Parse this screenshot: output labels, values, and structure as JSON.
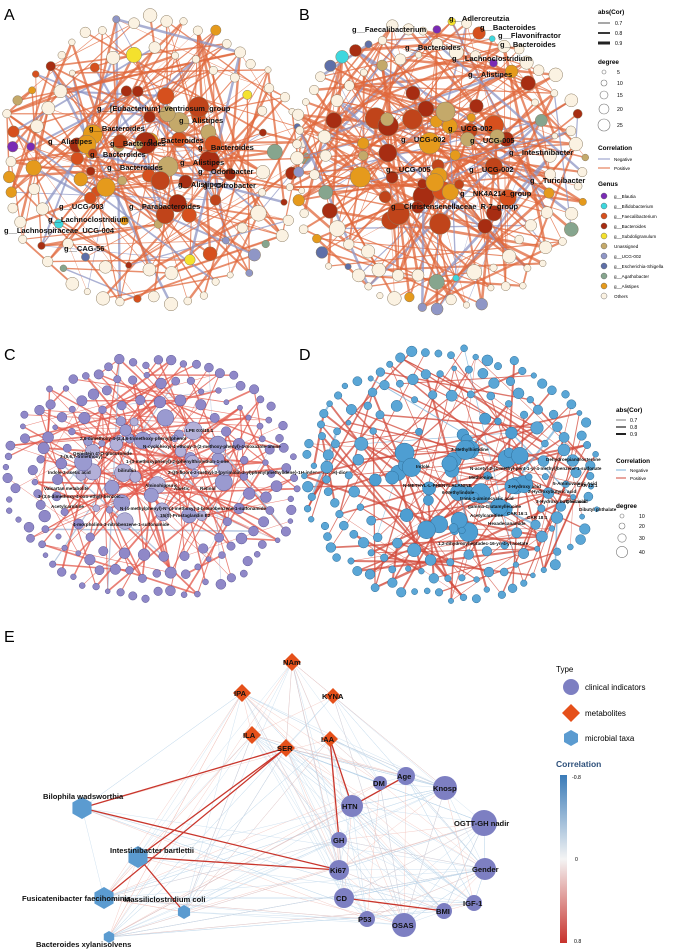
{
  "panels": [
    "A",
    "B",
    "C",
    "D",
    "E"
  ],
  "panel_a": {
    "labels": [
      "g__[Eubacterium]_ventriosum_group",
      "g__Alistipes",
      "g__Bacteroides",
      "g__Alistipes",
      "g__Bacteroides",
      "g__Bacteroides",
      "g__Bacteroides",
      "g__Bacteroides",
      "g__Alistipes",
      "g__Odoribacter",
      "g__Bacteroides",
      "g__Citrobacter",
      "g__Alistipes",
      "g__UCG-003",
      "g__Parabacteroides",
      "g__Lachnoclostridium",
      "g__Lachnospiraceae_UCG-004",
      "g__CAG-56"
    ]
  },
  "panel_b": {
    "labels": [
      "g__Adlercreutzia",
      "g__Faecalibacterium",
      "g__Bacteroides",
      "g__Flavonifractor",
      "g__Bacteroides",
      "g__Bacteroides",
      "g__Lachnoclostridium",
      "g__Alistipes",
      "g__UCG-002",
      "g__UCG-002",
      "g__UCG-005",
      "g__UCG-005",
      "g__UCG-002",
      "g__Intestinibacter",
      "g__Turicibacter",
      "g__NK4A214_group",
      "g__Christensenellaceae_R-7_group"
    ],
    "legend": {
      "abs_title": "abs(Cor)",
      "abs_values": [
        "0.7",
        "0.8",
        "0.9"
      ],
      "degree_title": "degree",
      "degree_values": [
        "5",
        "10",
        "15",
        "20",
        "25"
      ],
      "corr_title": "Correlation",
      "corr_items": [
        "Negative",
        "Positive"
      ],
      "genus_title": "Genus",
      "genus_items": [
        {
          "label": "g__Blautia",
          "color": "#7a2bb5"
        },
        {
          "label": "g__Bifidobacterium",
          "color": "#3ed7de"
        },
        {
          "label": "g__Faecalibacterium",
          "color": "#d6501e"
        },
        {
          "label": "g__Bacteroides",
          "color": "#a72d12"
        },
        {
          "label": "g__Subdoligranulum",
          "color": "#f4e12d"
        },
        {
          "label": "Unassigned",
          "color": "#c4a96a"
        },
        {
          "label": "g__UCG-002",
          "color": "#8f96c6"
        },
        {
          "label": "g__Escherichia-Shigella",
          "color": "#5e6fa8"
        },
        {
          "label": "g__Agathobacter",
          "color": "#86a58e"
        },
        {
          "label": "g__Alistipes",
          "color": "#e59a1c"
        },
        {
          "label": "Others",
          "color": "#fbf2e2"
        }
      ]
    }
  },
  "panel_c": {
    "labels": [
      "LPE 0:0/18:1",
      "2,6-dimethoxy-4-(2,4,6-trimethoxy-phenyl)phenol",
      "N-cyclohexyl-4-ethoxy-3-(2-methoxy-phenyl)-4-isoxazole-amine",
      "Genistein 4'-O-glucuronide",
      "1-(3-methoxyphenyl)-2-(phenylthio)ethan-1-one",
      "3-(5,6,7-trimethoxy)...",
      "Indole-3-acetic acid",
      "bilirubin",
      "2-{(5-fluoro-2-methyl-3-(pyrimidin-2-yl)phenyl)methylidene}-1H-indene-1,3(2H)-dione",
      "Valsartan metabolite",
      "Aminohippuric",
      "Abietic",
      "Retinol",
      "3-(3,5-dimethoxy-4-oxo-ethyl)-benzoic...",
      "Acetylcarnitine",
      "N-(4-methylphenyl)-N'-(4-methoxy)-4-bromobenzene-1-sulfonamide",
      "15(S)-Prostaglandin E2",
      "4-morpholino-3-nitrobenzene-1-sulfonamide"
    ]
  },
  "panel_d": {
    "labels": [
      "3-Methylhistidine",
      "Indole",
      "N-acetyl-2-{4-methyl-pent-1-yl-4-methyl}benzene-1-sulfonate",
      "Dehydroepiandrosterone",
      "CAR 12:1",
      "N-METHYL-L-PHENYLALANINE",
      "Methionine",
      "6-Methylindole",
      "3-Hydroxy acid",
      "2-Hydroxybutyric acid",
      "5-Aminovaleric Acid",
      "trans-1-aminocyclic acid",
      "3-Hydroxy butyric acid",
      "gamma-Glutamylleucine",
      "Acetylcarnitine",
      "CAR 16:1",
      "CAR 18:1",
      "Oleic acid",
      "Hexadecanamide",
      "Dibutyl phthalate",
      "1,2-dihydroxyheptadec-16-yn-4-yl acetate"
    ],
    "legend": {
      "abs_title": "abs(Cor)",
      "abs_values": [
        "0.7",
        "0.8",
        "0.9"
      ],
      "corr_title": "Correlation",
      "corr_items": [
        "Negative",
        "Positive"
      ],
      "degree_title": "degree",
      "degree_values": [
        "10",
        "20",
        "30",
        "40"
      ]
    }
  },
  "panel_e": {
    "nodes": [
      {
        "label": "NAm",
        "type": "metabolite"
      },
      {
        "label": "IPA",
        "type": "metabolite"
      },
      {
        "label": "KYNA",
        "type": "metabolite"
      },
      {
        "label": "ILA",
        "type": "metabolite"
      },
      {
        "label": "SER",
        "type": "metabolite"
      },
      {
        "label": "IAA",
        "type": "metabolite"
      },
      {
        "label": "DM",
        "type": "clinical"
      },
      {
        "label": "Age",
        "type": "clinical"
      },
      {
        "label": "Knosp",
        "type": "clinical"
      },
      {
        "label": "HTN",
        "type": "clinical"
      },
      {
        "label": "OGTT-GH nadir",
        "type": "clinical"
      },
      {
        "label": "GH",
        "type": "clinical"
      },
      {
        "label": "Gender",
        "type": "clinical"
      },
      {
        "label": "Ki67",
        "type": "clinical"
      },
      {
        "label": "CD",
        "type": "clinical"
      },
      {
        "label": "IGF-1",
        "type": "clinical"
      },
      {
        "label": "P53",
        "type": "clinical"
      },
      {
        "label": "OSAS",
        "type": "clinical"
      },
      {
        "label": "BMI",
        "type": "clinical"
      },
      {
        "label": "Bilophila wadsworthia",
        "type": "microbe"
      },
      {
        "label": "Intestinibacter bartlettii",
        "type": "microbe"
      },
      {
        "label": "Fusicatenibacter faecihominis",
        "type": "microbe"
      },
      {
        "label": "Massiliclostridium coli",
        "type": "microbe"
      },
      {
        "label": "Bacteroides xylanisolvens",
        "type": "microbe"
      }
    ],
    "legend": {
      "type_title": "Type",
      "type_items": [
        "clinical indicators",
        "metabolites",
        "microbial taxa"
      ],
      "corr_title": "Correlation",
      "corr_ticks": [
        "-0.8",
        "0",
        "0.8"
      ]
    },
    "colors": {
      "clinical": "#7d7fc2",
      "metabolite": "#e5501a",
      "microbe": "#5b9bd0",
      "pos_edge": "#c9362c",
      "neg_edge": "#bcd6ea"
    }
  }
}
